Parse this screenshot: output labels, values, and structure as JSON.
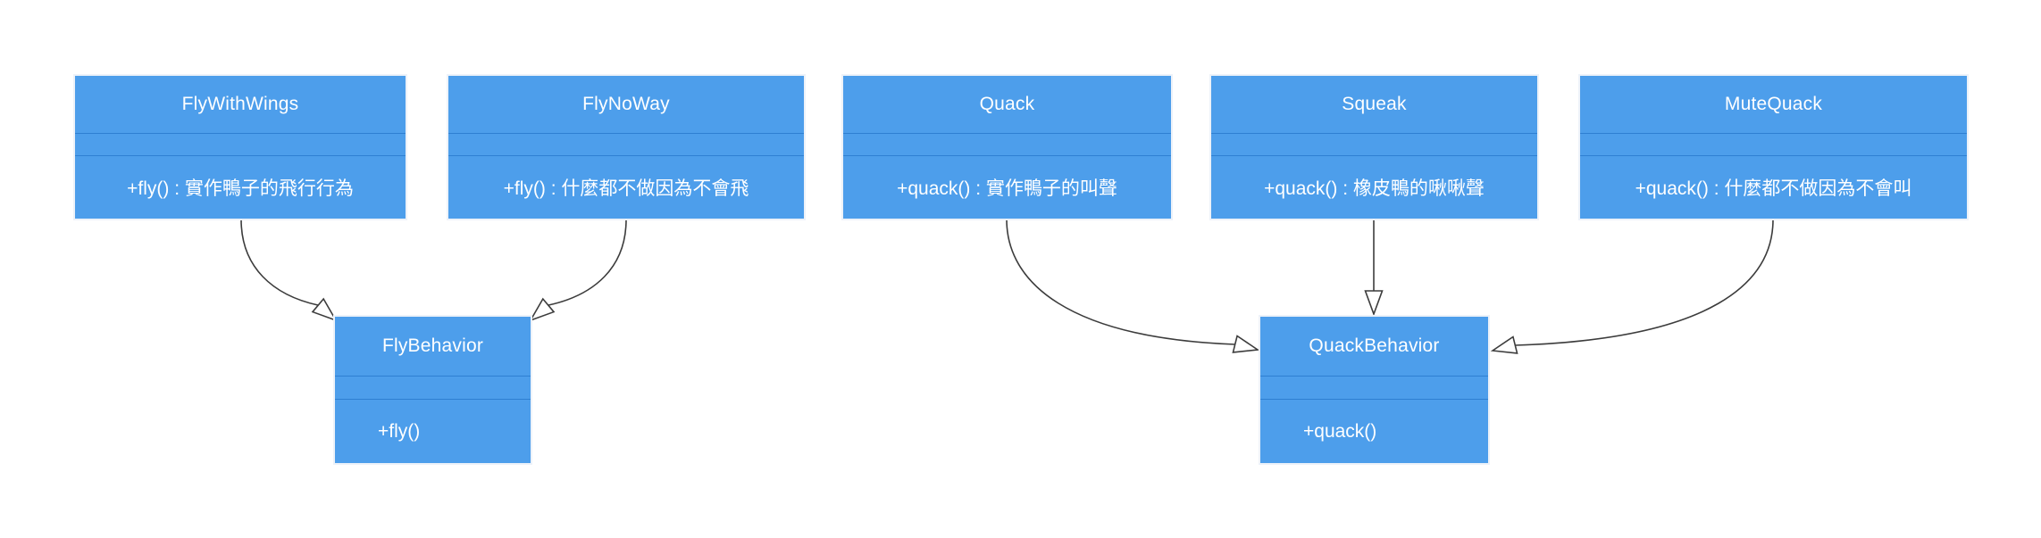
{
  "diagram": {
    "type": "uml-class-diagram",
    "background": "#ffffff",
    "colors": {
      "box_fill": "#4D9EEB",
      "box_divider": "#2E7FD2",
      "box_border": "#EDF2F9",
      "box_text": "#ffffff",
      "arrow_stroke": "#3C3C3C",
      "arrowhead_fill": "#ffffff"
    },
    "classes": [
      {
        "title": "FlyWithWings",
        "attributes": "",
        "method": "+fly() : 實作鴨子的飛行行為"
      },
      {
        "title": "FlyNoWay",
        "attributes": "",
        "method": "+fly() : 什麼都不做因為不會飛"
      },
      {
        "title": "Quack",
        "attributes": "",
        "method": "+quack() : 實作鴨子的叫聲"
      },
      {
        "title": "Squeak",
        "attributes": "",
        "method": "+quack() : 橡皮鴨的啾啾聲"
      },
      {
        "title": "MuteQuack",
        "attributes": "",
        "method": "+quack() : 什麼都不做因為不會叫"
      },
      {
        "title": "FlyBehavior",
        "attributes": "",
        "method": "+fly()"
      },
      {
        "title": "QuackBehavior",
        "attributes": "",
        "method": "+quack()"
      }
    ],
    "relations": [
      {
        "from": "FlyWithWings",
        "to": "FlyBehavior",
        "type": "realization-hollow-arrow"
      },
      {
        "from": "FlyNoWay",
        "to": "FlyBehavior",
        "type": "realization-hollow-arrow"
      },
      {
        "from": "Quack",
        "to": "QuackBehavior",
        "type": "realization-hollow-arrow"
      },
      {
        "from": "Squeak",
        "to": "QuackBehavior",
        "type": "realization-hollow-arrow"
      },
      {
        "from": "MuteQuack",
        "to": "QuackBehavior",
        "type": "realization-hollow-arrow"
      }
    ]
  }
}
